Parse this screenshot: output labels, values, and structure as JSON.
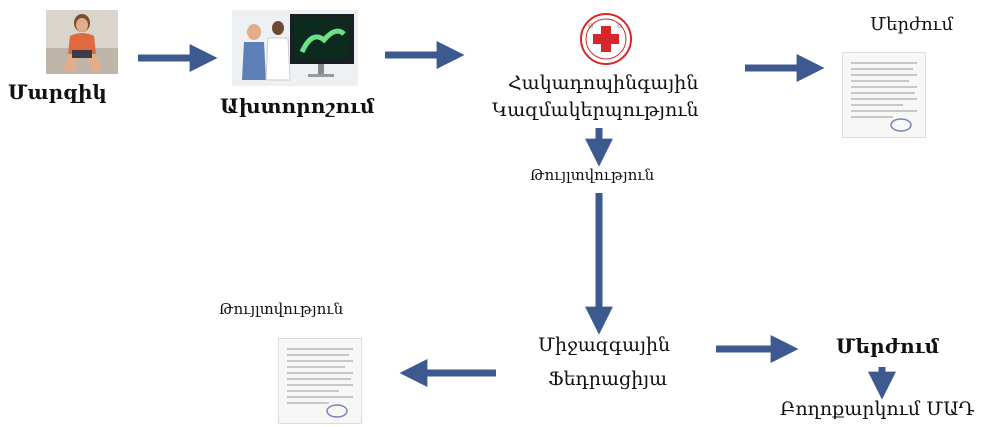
{
  "nodes": {
    "athlete": {
      "label": "Մարզիկ"
    },
    "diagnosis": {
      "label": "Ախտորոշում"
    },
    "federation": {
      "line1": "Հակադոպինգային",
      "line2": "Կազմակերպություն"
    },
    "rejection_top": {
      "label": "Մերժում"
    },
    "permission_top": {
      "label": "Թույլտվություն"
    },
    "international": {
      "line1": "Միջազգային",
      "line2": "Ֆեդրացիյա"
    },
    "permission_bottom": {
      "label": "Թույլտվություն"
    },
    "rejection_bottom": {
      "label": "Մերժում"
    },
    "appeal": {
      "label": "Բողոքարկում ՄԱԴ"
    }
  },
  "colors": {
    "arrow": "#3c5a8f",
    "logo_red": "#d8262a"
  }
}
